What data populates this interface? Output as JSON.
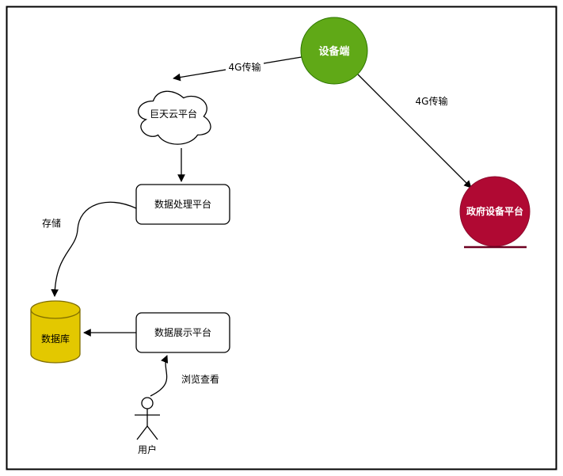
{
  "canvas": {
    "background": "#ffffff",
    "border_color": "#000000"
  },
  "nodes": {
    "device": {
      "label": "设备端",
      "fill": "#60a917",
      "stroke": "#2d7600",
      "text_color": "#ffffff"
    },
    "cloud": {
      "label": "巨天云平台",
      "fill": "#ffffff",
      "text_color": "#000000"
    },
    "processing": {
      "label": "数据处理平台",
      "fill": "#ffffff",
      "text_color": "#000000"
    },
    "government": {
      "label": "政府设备平台",
      "fill": "#b00933",
      "stroke": "#8c0b2d",
      "underline_color": "#6d0021",
      "text_color": "#ffffff"
    },
    "database": {
      "label": "数据库",
      "fill": "#e3c800",
      "stroke": "#806e00",
      "text_color": "#000000"
    },
    "display": {
      "label": "数据展示平台",
      "fill": "#ffffff",
      "text_color": "#000000"
    },
    "user": {
      "label": "用户",
      "text_color": "#000000"
    }
  },
  "edges": {
    "device_to_cloud": {
      "label": "4G传输"
    },
    "device_to_government": {
      "label": "4G传输"
    },
    "processing_to_database": {
      "label": "存储"
    },
    "user_to_display": {
      "label": "浏览查看"
    }
  }
}
